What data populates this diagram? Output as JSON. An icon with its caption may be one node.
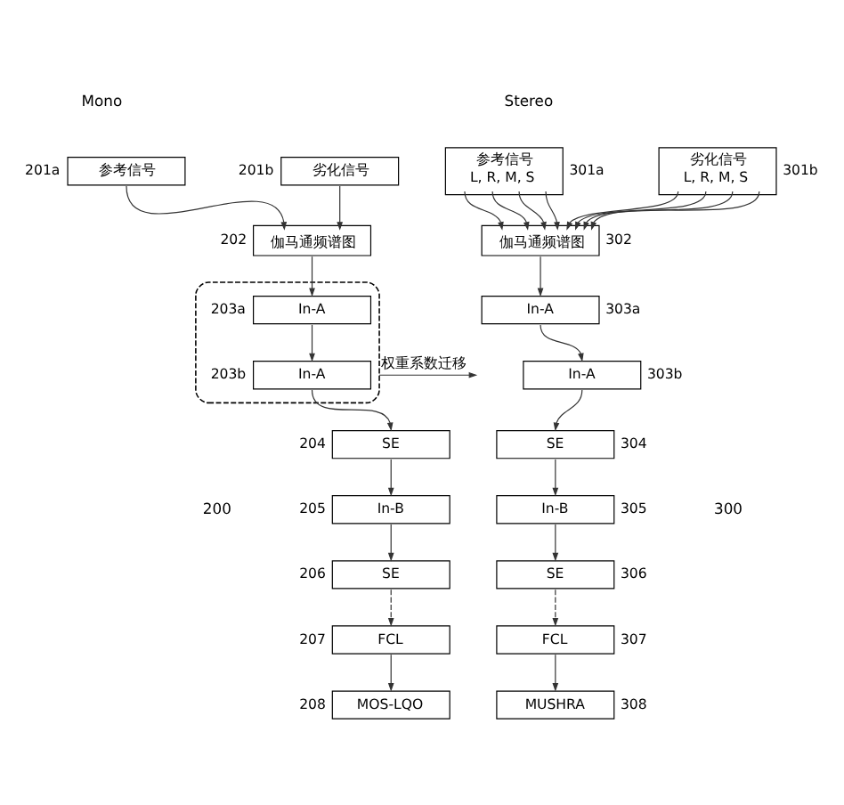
{
  "diagram": {
    "nodes": [
      {
        "text": [
          "参考信号"
        ],
        "beside": [
          "201a"
        ]
      },
      {
        "text": [
          "劣化信号"
        ],
        "beside": [
          "201b"
        ]
      },
      {
        "text": [
          "伽马通频谱图"
        ],
        "beside": [
          "202"
        ]
      },
      {
        "text": [],
        "shape": "box"
      },
      {
        "text": [
          "In-A"
        ],
        "in": 3,
        "beside": [
          "203a"
        ]
      },
      {
        "text": [
          "In-A"
        ],
        "in": 3,
        "beside": [
          "203b"
        ]
      },
      {
        "text": [
          "SE"
        ],
        "beside": [
          "204"
        ]
      },
      {
        "text": [
          "In-B"
        ],
        "beside": [
          "205"
        ]
      },
      {
        "text": [
          "SE"
        ],
        "beside": [
          "206"
        ]
      },
      {
        "text": [
          "FCL"
        ],
        "beside": [
          "207"
        ]
      },
      {
        "text": [
          "MOS-LQO"
        ],
        "beside": [
          "208"
        ]
      },
      {
        "text": [
          "参考信号",
          "L, R, M, S"
        ],
        "beside": [
          "301a"
        ]
      },
      {
        "text": [
          "劣化信号",
          "L, R, M, S"
        ],
        "beside": [
          "301b"
        ]
      },
      {
        "text": [
          "伽马通频谱图"
        ],
        "beside": [
          "302"
        ]
      },
      {
        "text": [
          "In-A"
        ],
        "beside": [
          "303a"
        ]
      },
      {
        "text": [
          "In-A"
        ],
        "beside": [
          "303b"
        ]
      },
      {
        "text": [
          "SE"
        ],
        "beside": [
          "304"
        ]
      },
      {
        "text": [
          "In-B"
        ],
        "beside": [
          "305"
        ]
      },
      {
        "text": [
          "SE"
        ],
        "beside": [
          "306"
        ]
      },
      {
        "text": [
          "FCL"
        ],
        "beside": [
          "307"
        ]
      },
      {
        "text": [
          "MUSHRA"
        ],
        "beside": [
          "308"
        ]
      }
    ],
    "edges": [
      {
        "from": 0,
        "to": 2,
        "arrow": "to"
      },
      {
        "from": 1,
        "to": 2,
        "arrow": "to"
      },
      {
        "from": 2,
        "to": 4,
        "arrow": "to"
      },
      {
        "from": 4,
        "to": 5,
        "arrow": "to"
      },
      {
        "from": 5,
        "to": 6,
        "arrow": "to"
      },
      {
        "from": 6,
        "to": 7,
        "arrow": "to"
      },
      {
        "from": 7,
        "to": 8,
        "arrow": "to"
      },
      {
        "from": 8,
        "to": 9,
        "arrow": "to",
        "style": "dashed"
      },
      {
        "from": 9,
        "to": 10,
        "arrow": "to"
      },
      {
        "from": 3,
        "to": null,
        "arrow": "to",
        "label": "权重系数迁移"
      },
      {
        "from": 11,
        "to": 13,
        "arrow": "to"
      },
      {
        "from": 11,
        "to": 13,
        "arrow": "to"
      },
      {
        "from": 11,
        "to": 13,
        "arrow": "to"
      },
      {
        "from": 11,
        "to": 13,
        "arrow": "to"
      },
      {
        "from": 12,
        "to": 13,
        "arrow": "to"
      },
      {
        "from": 12,
        "to": 13,
        "arrow": "to"
      },
      {
        "from": 12,
        "to": 13,
        "arrow": "to"
      },
      {
        "from": 12,
        "to": 13,
        "arrow": "to"
      },
      {
        "from": 13,
        "to": 14,
        "arrow": "to"
      },
      {
        "from": 14,
        "to": 15,
        "arrow": "to"
      },
      {
        "from": 15,
        "to": 16,
        "arrow": "to"
      },
      {
        "from": 16,
        "to": 17,
        "arrow": "to"
      },
      {
        "from": 17,
        "to": 18,
        "arrow": "to"
      },
      {
        "from": 18,
        "to": 19,
        "arrow": "to",
        "style": "dashed"
      },
      {
        "from": 19,
        "to": 20,
        "arrow": "to"
      }
    ],
    "labels": [
      "Mono",
      "Stereo",
      "200",
      "300"
    ]
  }
}
